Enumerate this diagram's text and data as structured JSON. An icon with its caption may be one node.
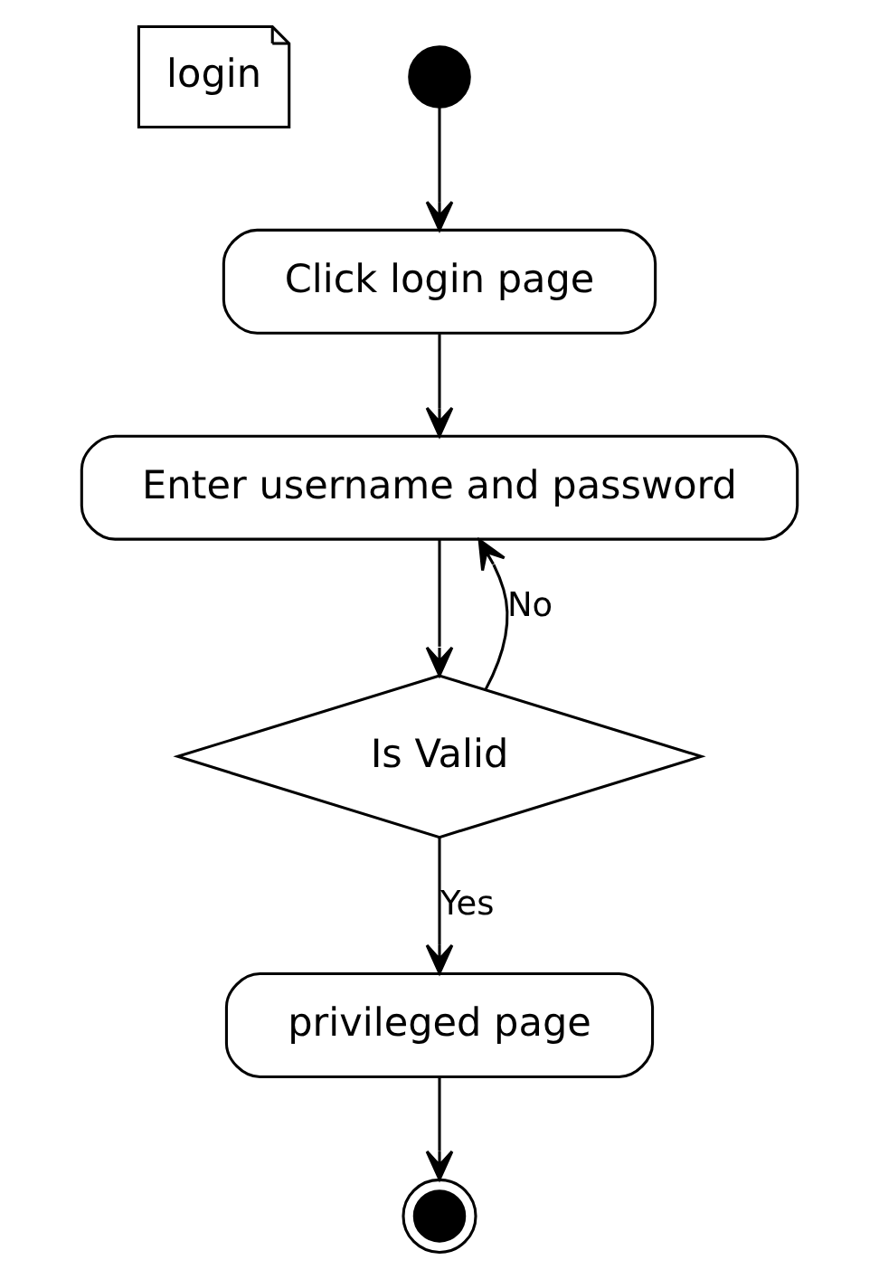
{
  "diagram": {
    "nodes": [
      {
        "text": [
          "login"
        ]
      },
      {
        "text": [],
        "shape": "circle"
      },
      {
        "text": [
          "Click login page"
        ]
      },
      {
        "text": [
          "Enter username and password"
        ]
      },
      {
        "text": [
          "Is Valid"
        ]
      },
      {
        "text": [
          "privileged page"
        ]
      },
      {
        "text": [],
        "shape": "circle"
      }
    ],
    "edges": [
      {
        "from": 1,
        "to": 2,
        "arrow": "to"
      },
      {
        "from": 2,
        "to": 3,
        "arrow": "to"
      },
      {
        "from": 3,
        "to": 4,
        "arrow": "to"
      },
      {
        "from": 4,
        "to": 3,
        "arrow": "to",
        "label": "No"
      },
      {
        "from": 4,
        "to": 5,
        "arrow": "to",
        "label": "Yes"
      },
      {
        "from": 5,
        "to": 6,
        "arrow": "to"
      }
    ]
  }
}
